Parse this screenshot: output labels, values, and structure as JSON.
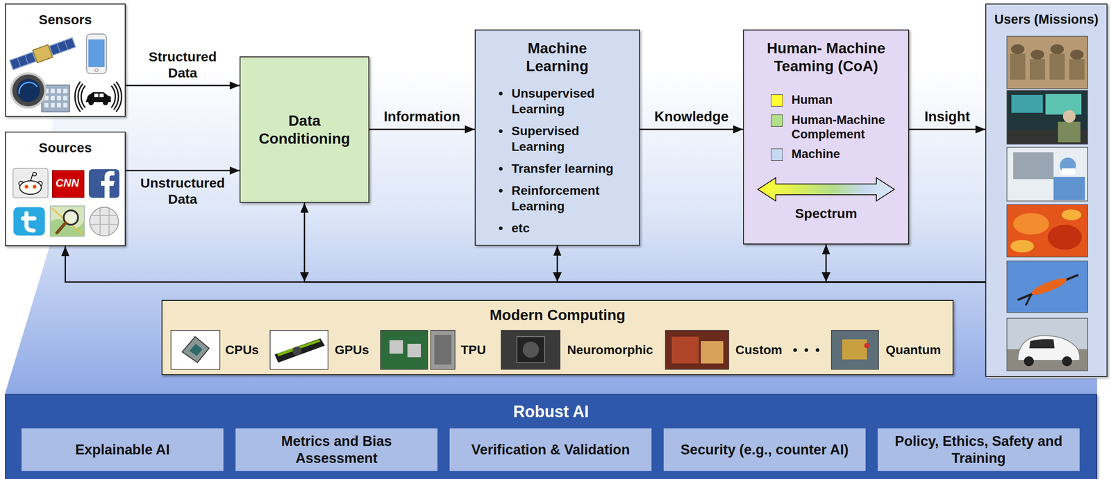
{
  "diagram": {
    "nodes": [
      {
        "text": [
          "Sensors"
        ]
      },
      {
        "text": [
          "Sources"
        ]
      },
      {
        "text": [
          "Data Conditioning"
        ]
      },
      {
        "text": [
          "Machine Learning",
          "Unsupervised Learning",
          "Supervised Learning",
          "Transfer learning",
          "Reinforcement Learning",
          "etc"
        ]
      },
      {
        "text": [
          "Human- Machine Teaming (CoA)",
          "Spectrum"
        ]
      },
      {
        "text": [
          "Users (Missions)"
        ]
      },
      {
        "text": [
          "Modern Computing",
          "CPUs",
          "GPUs",
          "TPU",
          "Neuromorphic",
          "Custom",
          "Quantum"
        ]
      },
      {
        "text": [
          "Robust AI"
        ]
      },
      {
        "text": [
          "Explainable AI"
        ],
        "in": 7
      },
      {
        "text": [
          "Metrics and Bias Assessment"
        ],
        "in": 7
      },
      {
        "text": [
          "Verification & Validation"
        ],
        "in": 7
      },
      {
        "text": [
          "Security (e.g., counter AI)"
        ],
        "in": 7
      },
      {
        "text": [
          "Policy, Ethics, Safety and Training"
        ],
        "in": 7
      }
    ],
    "edges": [
      {
        "from": 0,
        "to": 2,
        "label": "Structured Data",
        "arrow": "to"
      },
      {
        "from": 1,
        "to": 2,
        "label": "Unstructured Data",
        "arrow": "to"
      },
      {
        "from": 2,
        "to": 3,
        "label": "Information",
        "arrow": "to"
      },
      {
        "from": 3,
        "to": 4,
        "label": "Knowledge",
        "arrow": "to"
      },
      {
        "from": 4,
        "to": 5,
        "label": "Insight",
        "arrow": "to"
      },
      {
        "from": 5,
        "to": 1,
        "arrow": "to"
      },
      {
        "from": 5,
        "to": 2,
        "arrow": "to"
      },
      {
        "from": 5,
        "to": 3,
        "arrow": "to"
      },
      {
        "from": 5,
        "to": 4,
        "arrow": "to"
      }
    ],
    "labels": [
      "CNN"
    ],
    "legend": [
      {
        "text": "Human",
        "color": "#ffff33"
      },
      {
        "text": "Human-Machine Complement",
        "color": "#b3de8c"
      },
      {
        "text": "Machine",
        "color": "#c6d9f1"
      }
    ]
  }
}
